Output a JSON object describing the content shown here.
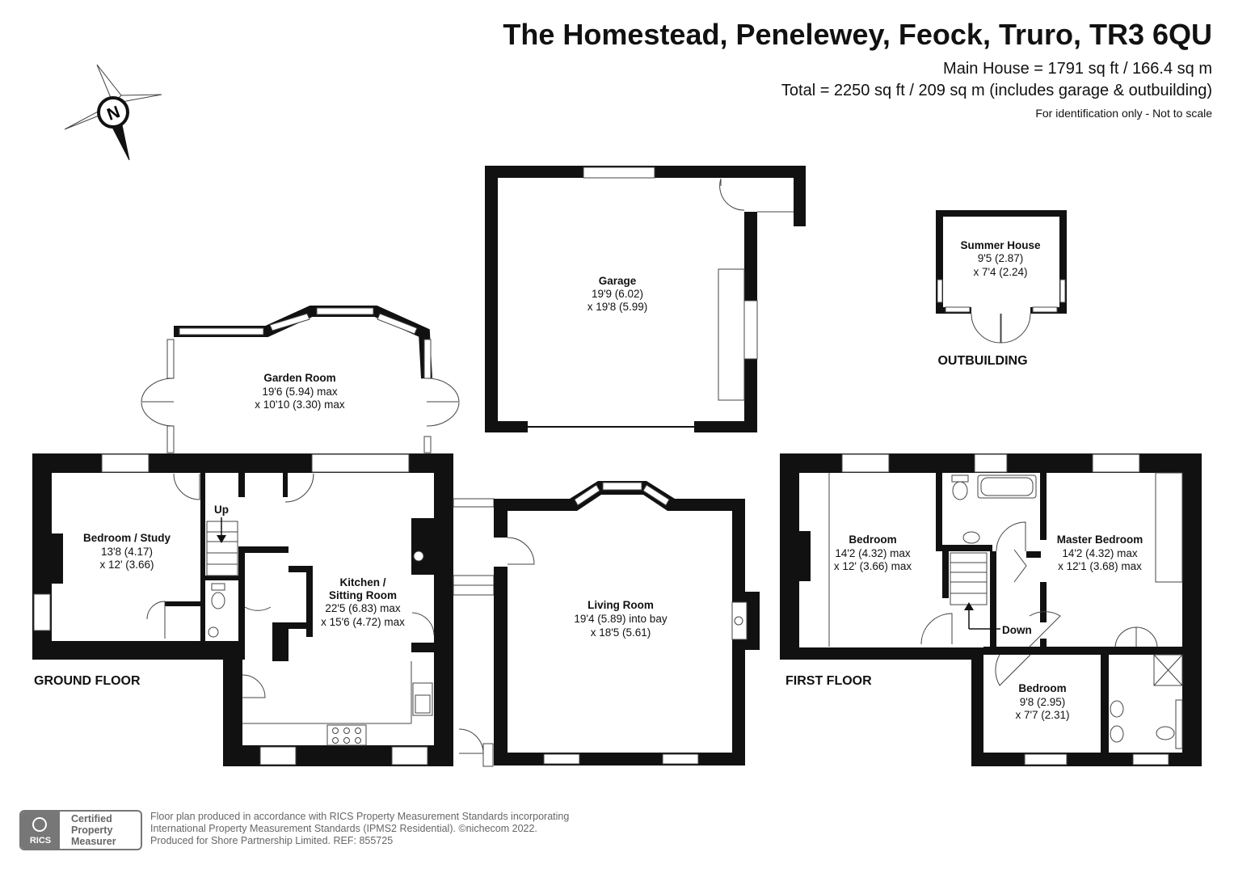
{
  "header": {
    "title": "The Homestead, Penelewey, Feock, Truro, TR3 6QU",
    "main_house": "Main House = 1791 sq ft / 166.4 sq m",
    "total": "Total = 2250 sq ft / 209 sq m (includes garage & outbuilding)",
    "note": "For identification only - Not to scale"
  },
  "compass": {
    "letter": "N"
  },
  "floors": {
    "ground": "GROUND FLOOR",
    "first": "FIRST FLOOR",
    "outbuilding": "OUTBUILDING"
  },
  "rooms": {
    "garden_room": {
      "name": "Garden Room",
      "dim1": "19'6 (5.94) max",
      "dim2": "x 10'10 (3.30) max"
    },
    "garage": {
      "name": "Garage",
      "dim1": "19'9 (6.02)",
      "dim2": "x 19'8 (5.99)"
    },
    "summer_house": {
      "name": "Summer House",
      "dim1": "9'5 (2.87)",
      "dim2": "x 7'4 (2.24)"
    },
    "bedroom_study": {
      "name": "Bedroom / Study",
      "dim1": "13'8 (4.17)",
      "dim2": "x 12' (3.66)"
    },
    "kitchen": {
      "name1": "Kitchen /",
      "name2": "Sitting Room",
      "dim1": "22'5 (6.83) max",
      "dim2": "x 15'6 (4.72) max"
    },
    "living_room": {
      "name": "Living Room",
      "dim1": "19'4 (5.89) into bay",
      "dim2": "x 18'5 (5.61)"
    },
    "bedroom_1": {
      "name": "Bedroom",
      "dim1": "14'2 (4.32) max",
      "dim2": "x 12' (3.66) max"
    },
    "master_bedroom": {
      "name": "Master Bedroom",
      "dim1": "14'2 (4.32) max",
      "dim2": "x 12'1 (3.68) max"
    },
    "bedroom_2": {
      "name": "Bedroom",
      "dim1": "9'8 (2.95)",
      "dim2": "x 7'7 (2.31)"
    }
  },
  "stairs": {
    "up": "Up",
    "down": "Down"
  },
  "footer": {
    "line1": "Floor plan produced in accordance with RICS Property Measurement Standards incorporating",
    "line2": "International Property Measurement Standards (IPMS2 Residential).  ©nichecom 2022.",
    "line3": "Produced for Shore Partnership Limited.   REF:  855725",
    "badge_logo": "RICS",
    "badge_l1": "Certified",
    "badge_l2": "Property",
    "badge_l3": "Measurer"
  }
}
